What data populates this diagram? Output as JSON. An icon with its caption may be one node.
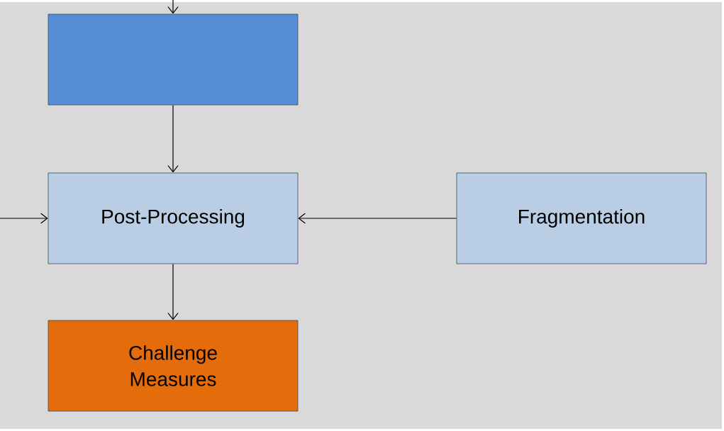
{
  "diagram": {
    "nodes": [
      {
        "text": [],
        "shape": "box"
      },
      {
        "text": [
          "Post-Processing"
        ]
      },
      {
        "text": [
          "Fragmentation"
        ]
      },
      {
        "text": [
          "Challenge Measures"
        ]
      }
    ],
    "edges": [
      {
        "from": null,
        "to": 0,
        "arrow": "to"
      },
      {
        "from": 0,
        "to": 1,
        "arrow": "to"
      },
      {
        "from": null,
        "to": 1,
        "arrow": "to"
      },
      {
        "from": 2,
        "to": 1,
        "arrow": "to"
      },
      {
        "from": 1,
        "to": 3,
        "arrow": "to"
      }
    ]
  }
}
